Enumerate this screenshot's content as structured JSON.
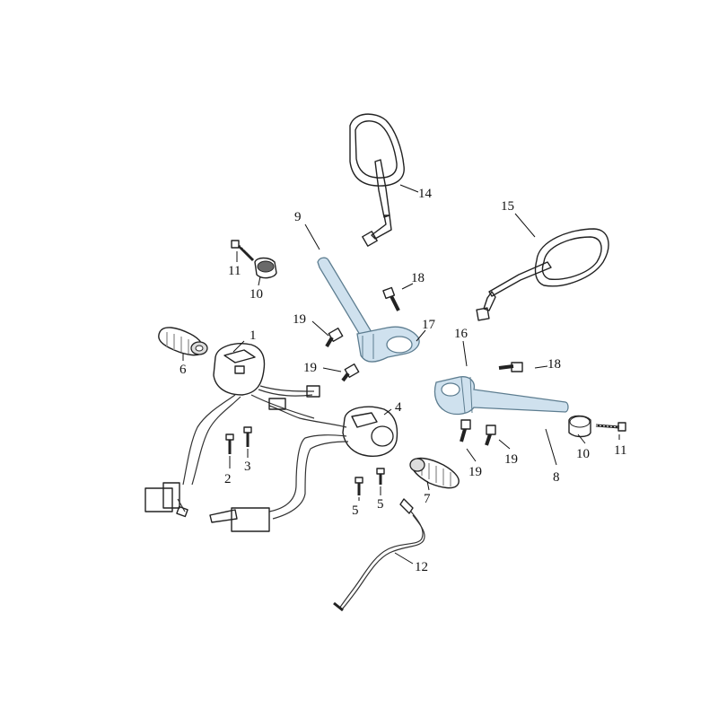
{
  "colors": {
    "highlight_fill": "#cfe1ee",
    "highlight_stroke": "#5d7d90",
    "part_fill": "#e7e7e7",
    "dark_fill": "#555555",
    "line": "#222222"
  },
  "callouts": {
    "part_1": "1",
    "part_2": "2",
    "part_3": "3",
    "part_4": "4",
    "part_5a": "5",
    "part_5b": "5",
    "part_6": "6",
    "part_7": "7",
    "part_8": "8",
    "part_9": "9",
    "part_10a": "10",
    "part_10b": "10",
    "part_11a": "11",
    "part_11b": "11",
    "part_12": "12",
    "part_14": "14",
    "part_15": "15",
    "part_16": "16",
    "part_17": "17",
    "part_18a": "18",
    "part_18b": "18",
    "part_19a": "19",
    "part_19b": "19",
    "part_19c": "19",
    "part_19d": "19"
  }
}
